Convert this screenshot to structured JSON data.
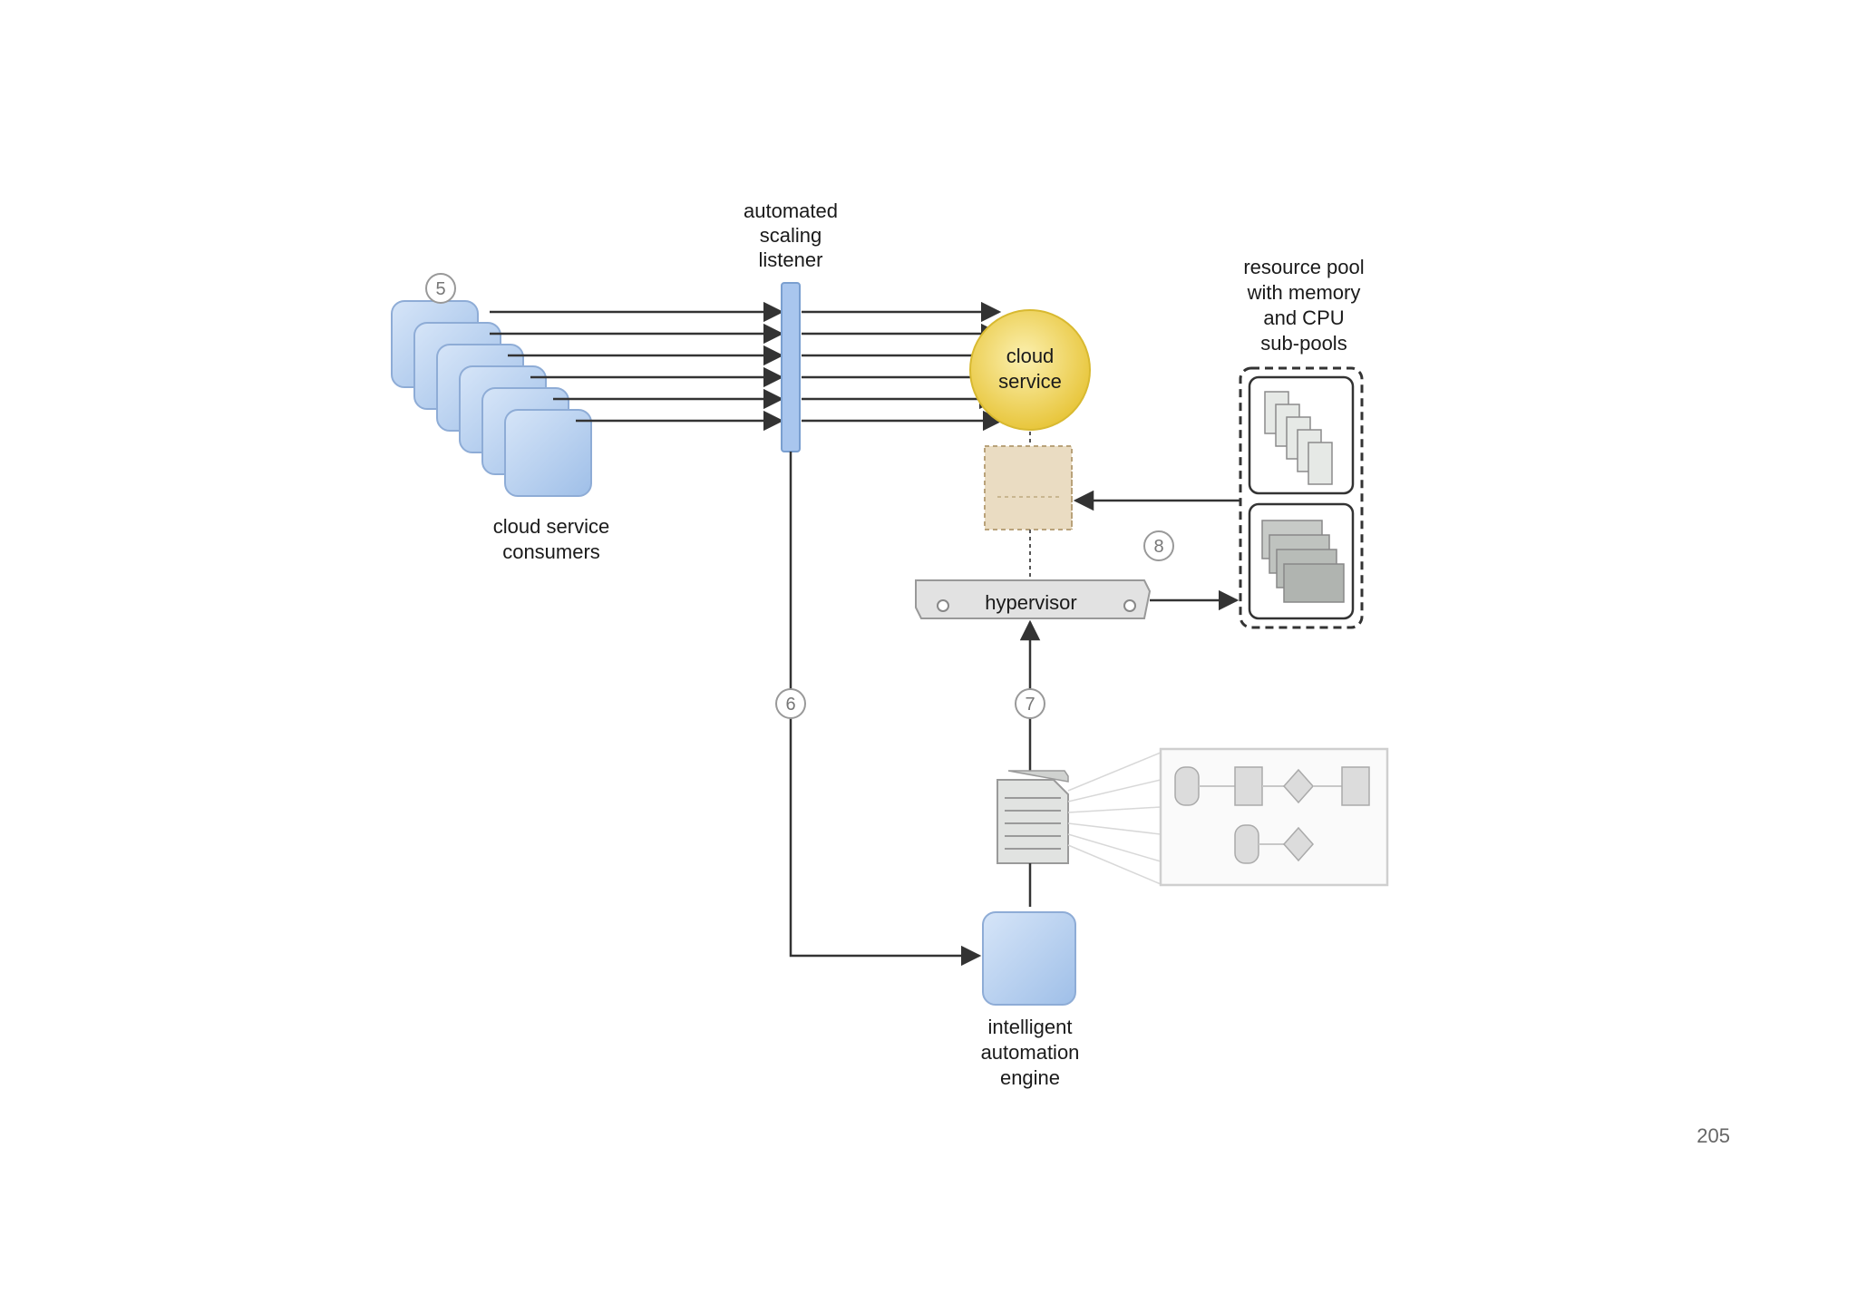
{
  "labels": {
    "consumers_line1": "cloud service",
    "consumers_line2": "consumers",
    "listener_line1": "automated",
    "listener_line2": "scaling",
    "listener_line3": "listener",
    "service_line1": "cloud",
    "service_line2": "service",
    "pool_line1": "resource pool",
    "pool_line2": "with memory",
    "pool_line3": "and CPU",
    "pool_line4": "sub-pools",
    "hypervisor": "hypervisor",
    "engine_line1": "intelligent",
    "engine_line2": "automation",
    "engine_line3": "engine"
  },
  "steps": [
    "5",
    "6",
    "7",
    "8"
  ],
  "page_number": "205",
  "colors": {
    "consumer_fill": "#bcd3f0",
    "cloud_service_fill": "#f3d86a",
    "server_fill": "#e7d8bd",
    "hypervisor_fill": "#d9d9d9",
    "line": "#333333"
  }
}
